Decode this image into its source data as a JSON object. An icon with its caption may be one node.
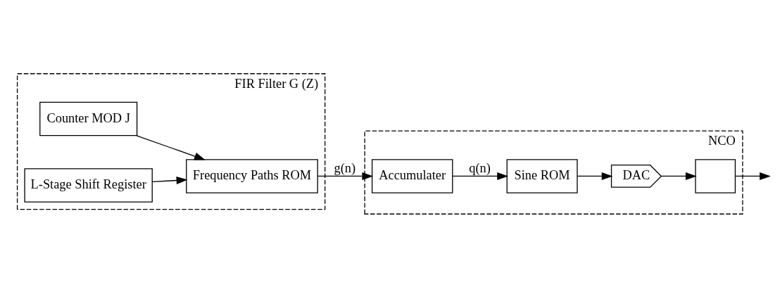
{
  "diagram": {
    "nodes": [
      {
        "text": [
          "FIR Filter G (Z)"
        ]
      },
      {
        "text": [
          "Counter MOD J"
        ],
        "in": 0
      },
      {
        "text": [
          "L-Stage Shift Register"
        ],
        "in": 0
      },
      {
        "text": [
          "Frequency Paths ROM"
        ],
        "in": 0
      },
      {
        "text": [
          "NCO"
        ]
      },
      {
        "text": [
          "Accumulater"
        ],
        "in": 4
      },
      {
        "text": [
          "Sine ROM"
        ],
        "in": 4
      },
      {
        "text": [
          "DAC"
        ],
        "in": 4
      },
      {
        "text": [],
        "shape": "box",
        "in": 4
      }
    ],
    "edges": [
      {
        "from": 1,
        "to": 3,
        "arrow": "to"
      },
      {
        "from": 2,
        "to": 3,
        "arrow": "to"
      },
      {
        "from": 3,
        "to": 5,
        "arrow": "to",
        "label": "g(n)"
      },
      {
        "from": 5,
        "to": 6,
        "arrow": "to",
        "label": "q(n)"
      },
      {
        "from": 6,
        "to": 7,
        "arrow": "to"
      },
      {
        "from": 7,
        "to": 8,
        "arrow": "to"
      },
      {
        "from": 8,
        "to": null,
        "arrow": "to"
      }
    ]
  }
}
